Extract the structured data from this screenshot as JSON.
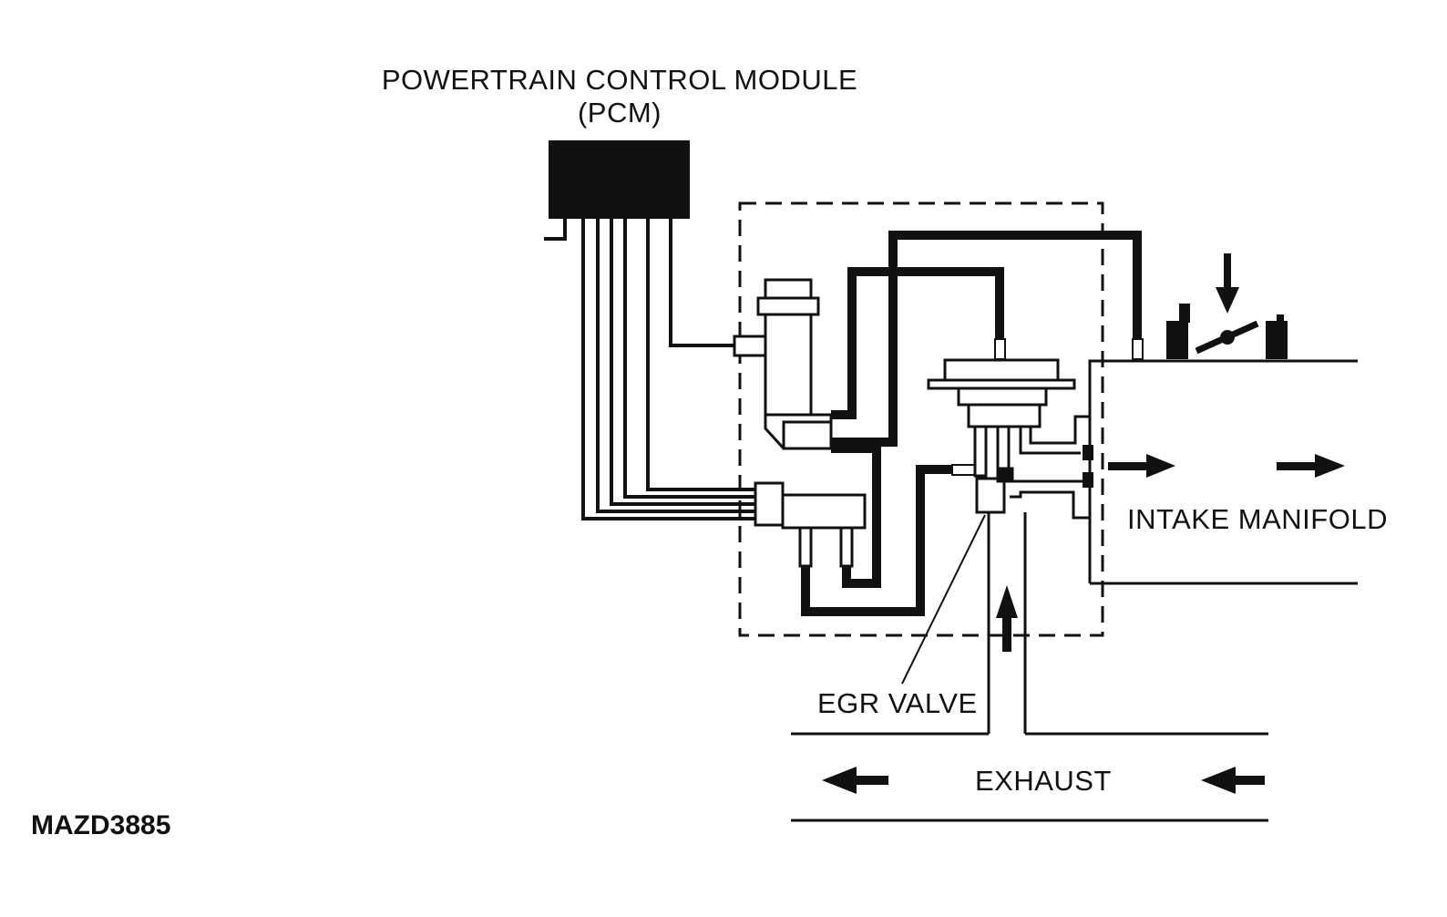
{
  "labels": {
    "pcm_line1": "POWERTRAIN CONTROL MODULE",
    "pcm_line2": "(PCM)",
    "intake_manifold": "INTAKE MANIFOLD",
    "egr_valve": "EGR VALVE",
    "exhaust": "EXHAUST",
    "figure_code": "MAZD3885"
  },
  "colors": {
    "ink": "#111111",
    "background": "#ffffff"
  }
}
